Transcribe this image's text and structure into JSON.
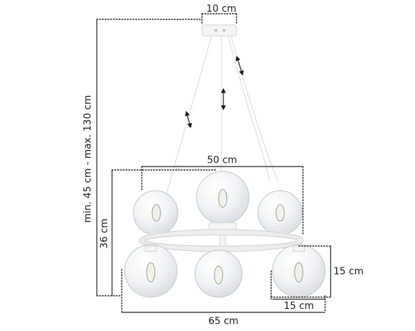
{
  "dimensions": {
    "canopy_width": "10 cm",
    "total_height": "min. 45 cm - max. 130 cm",
    "body_height": "36 cm",
    "top_tier_width": "50 cm",
    "total_width": "65 cm",
    "globe_width": "15 cm",
    "globe_height": "15 cm"
  },
  "colors": {
    "lines": "#1a1a1a",
    "fixture": "#f2f2f2",
    "glass": "#e9eef2"
  },
  "icons": [
    "adjust-arrow-icon"
  ]
}
